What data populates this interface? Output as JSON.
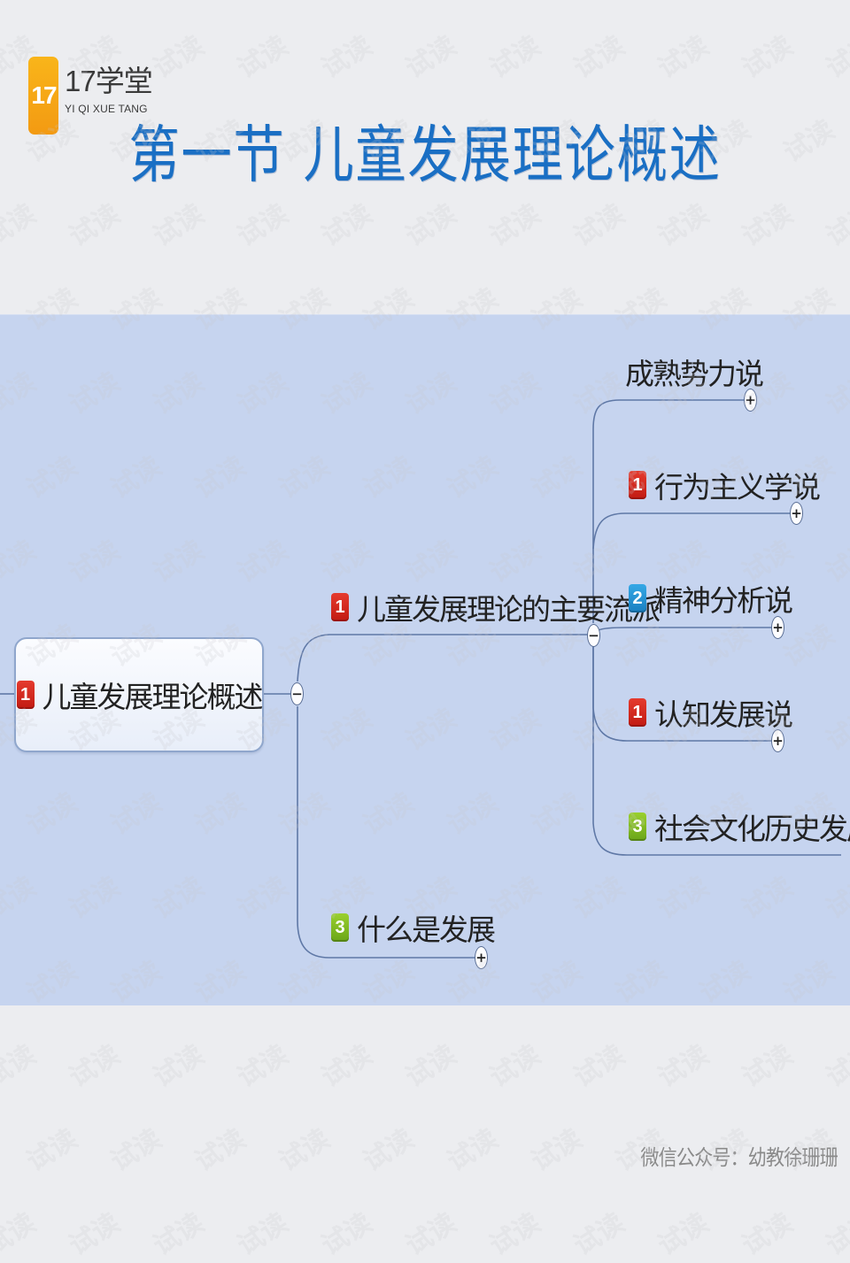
{
  "logo": {
    "badge": "17",
    "name_cn": "17学堂",
    "name_en": "YI QI XUE TANG",
    "color": "#f5a516"
  },
  "page_title": "第一节  儿童发展理论概述",
  "watermark_text": "试读",
  "mindmap": {
    "background": "#c6d4ef",
    "root": {
      "label": "儿童发展理论概述",
      "marker": "1",
      "marker_color": "red",
      "toggle": "−"
    },
    "branches": [
      {
        "label": "儿童发展理论的主要流派",
        "marker": "1",
        "marker_color": "red",
        "toggle": "−",
        "children": [
          {
            "label": "成熟势力说",
            "marker": null,
            "toggle": "+"
          },
          {
            "label": "行为主义学说",
            "marker": "1",
            "marker_color": "red",
            "toggle": "+"
          },
          {
            "label": "精神分析说",
            "marker": "2",
            "marker_color": "blue",
            "toggle": "+"
          },
          {
            "label": "认知发展说",
            "marker": "1",
            "marker_color": "red",
            "toggle": "+"
          },
          {
            "label": "社会文化历史发展理论",
            "marker": "3",
            "marker_color": "green",
            "toggle": null
          }
        ]
      },
      {
        "label": "什么是发展",
        "marker": "3",
        "marker_color": "green",
        "toggle": "+"
      }
    ]
  },
  "footer": {
    "note": "微信公众号：幼教徐珊珊"
  }
}
